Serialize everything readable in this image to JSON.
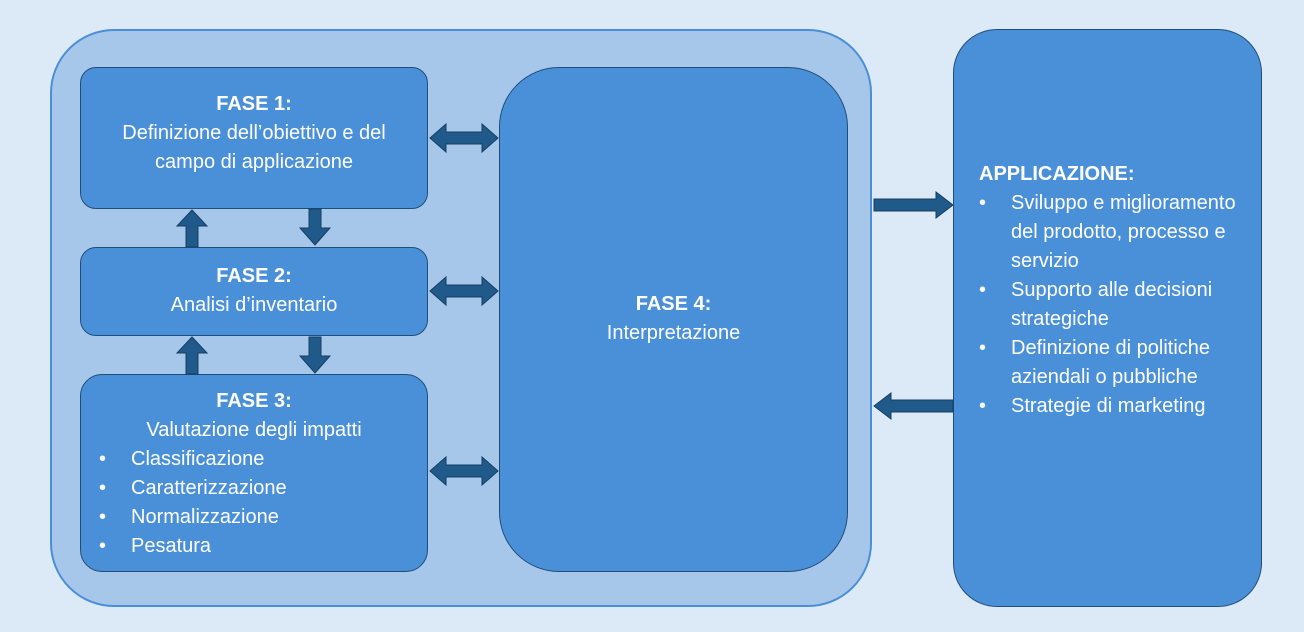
{
  "fase1": {
    "title": "FASE 1:",
    "line1": "Definizione dell’obiettivo e del",
    "line2": "campo di applicazione"
  },
  "fase2": {
    "title": "FASE 2:",
    "text": "Analisi d’inventario"
  },
  "fase3": {
    "title": "FASE 3:",
    "text": "Valutazione degli impatti",
    "bullet_glyph": "•",
    "items": [
      "Classificazione",
      "Caratterizzazione",
      "Normalizzazione",
      "Pesatura"
    ]
  },
  "fase4": {
    "title": "FASE 4:",
    "text": "Interpretazione"
  },
  "applicazione": {
    "title": "APPLICAZIONE:",
    "bullet_glyph": "•",
    "items": [
      "Sviluppo e miglioramento del prodotto, processo e servizio",
      "Supporto alle decisioni strategiche",
      "Definizione di politiche aziendali o pubbliche",
      "Strategie di marketing"
    ]
  },
  "colors": {
    "background": "#dce9f7",
    "frame": "#a6c7ea",
    "box": "#4a90d9",
    "arrow": "#1f5a8a"
  }
}
